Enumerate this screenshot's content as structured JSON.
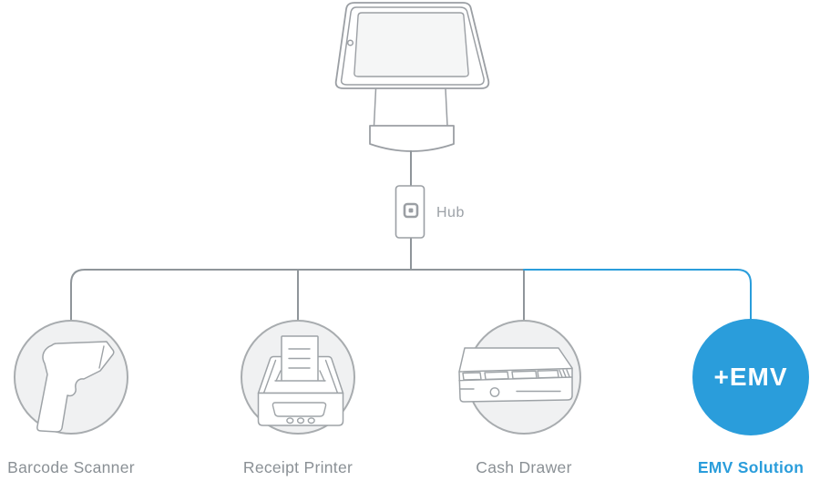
{
  "colors": {
    "accent_blue": "#2A9DDB",
    "connector_gray": "#8F959A",
    "node_fill_gray": "#F0F1F2",
    "node_stroke_gray": "#A8ACAF",
    "label_gray": "#8A9095",
    "illustration_stroke": "#9EA3A7"
  },
  "diagram": {
    "tablet": {
      "name": "tablet-on-stand"
    },
    "hub": {
      "label": "Hub",
      "logo": "square-logo-icon"
    },
    "devices": [
      {
        "id": "barcode-scanner",
        "label": "Barcode Scanner",
        "icon": "barcode-scanner-icon",
        "highlighted": false
      },
      {
        "id": "receipt-printer",
        "label": "Receipt Printer",
        "icon": "receipt-printer-icon",
        "highlighted": false
      },
      {
        "id": "cash-drawer",
        "label": "Cash Drawer",
        "icon": "cash-drawer-icon",
        "highlighted": false
      },
      {
        "id": "emv-solution",
        "label": "EMV Solution",
        "badge_text": "+EMV",
        "highlighted": true
      }
    ]
  }
}
